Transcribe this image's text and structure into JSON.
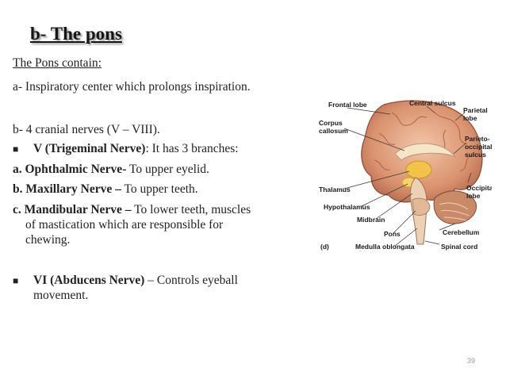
{
  "slide": {
    "title": "b- The pons",
    "lines": {
      "intro": "The Pons contain:",
      "a": "a- Inspiratory center which prolongs inspiration.",
      "b": "b- 4 cranial nerves (V – VIII).",
      "v_name": "V (Trigeminal Nerve)",
      "v_rest": ": It has 3 branches:",
      "oph_name": "a. Ophthalmic Nerve-",
      "oph_rest": "  To upper eyelid.",
      "max_name": "b. Maxillary Nerve –",
      "max_rest": " To upper teeth.",
      "man_name": "c. Mandibular Nerve –",
      "man_rest": "  To lower teeth, muscles",
      "man_cont1": "of mastication which are responsible for",
      "man_cont2": "chewing.",
      "vi_name": "VI (Abducens Nerve)",
      "vi_rest": " – Controls eyeball",
      "vi_cont": "movement."
    },
    "page_number": "39"
  },
  "figure": {
    "labels": {
      "frontal_lobe": "Frontal lobe",
      "central_sulcus": "Central sulcus",
      "parietal_1": "Parietal",
      "parietal_2": "lobe",
      "corpus_1": "Corpus",
      "corpus_2": "callosum",
      "po_1": "Parieto-",
      "po_2": "occipital",
      "po_3": "sulcus",
      "thalamus": "Thalamus",
      "occipital_1": "Occipital",
      "occipital_2": "lobe",
      "hypothalamus": "Hypothalamus",
      "midbrain": "Midbrain",
      "cerebellum": "Cerebellum",
      "pons": "Pons",
      "panel": "(d)",
      "medulla": "Medulla oblongata",
      "spinal_cord": "Spinal cord"
    }
  }
}
